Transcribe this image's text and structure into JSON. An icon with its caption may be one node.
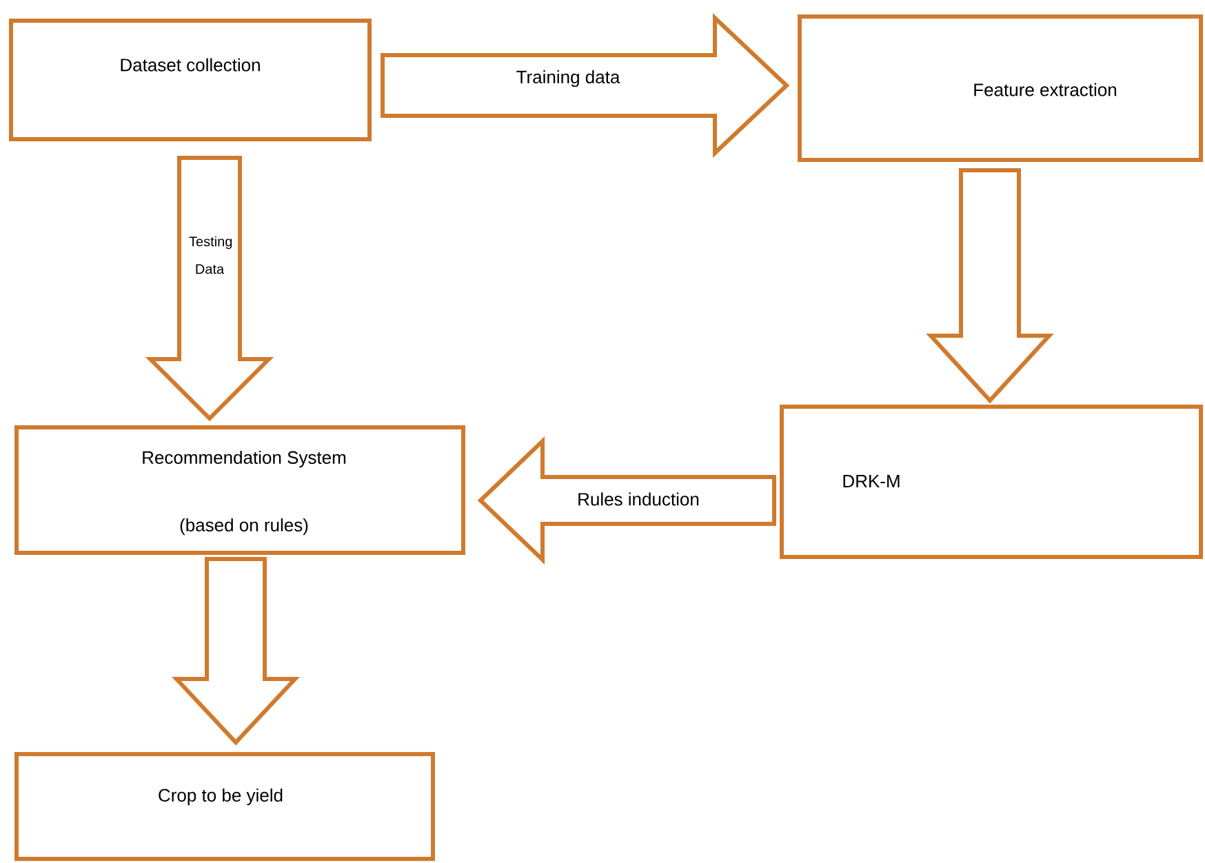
{
  "diagram": {
    "nodes": [
      {
        "text": [
          "Dataset collection"
        ]
      },
      {
        "text": [
          "Feature extraction"
        ]
      },
      {
        "text": [
          "DRK-M"
        ]
      },
      {
        "text": [
          "Recommendation System",
          "(based on rules)"
        ]
      },
      {
        "text": [
          "Crop to be yield"
        ]
      }
    ],
    "edges": [
      {
        "from": 0,
        "to": 1,
        "arrow": "to",
        "label": "Training data"
      },
      {
        "from": 0,
        "to": 3,
        "arrow": "to",
        "label": "Testing Data"
      },
      {
        "from": 1,
        "to": 2,
        "arrow": "to"
      },
      {
        "from": 2,
        "to": 3,
        "arrow": "to",
        "label": "Rules induction"
      },
      {
        "from": 3,
        "to": 4,
        "arrow": "to"
      }
    ]
  }
}
